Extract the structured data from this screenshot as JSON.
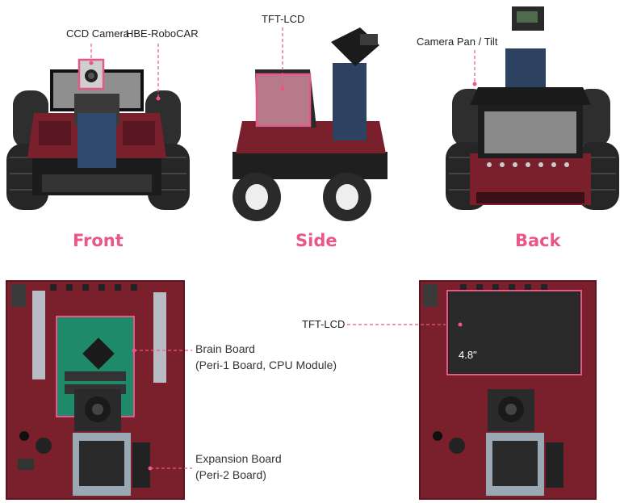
{
  "views": {
    "front": "Front",
    "side": "Side",
    "back": "Back"
  },
  "callouts": {
    "ccd_camera": "CCD Camera",
    "robocar": "HBE-RoboCAR",
    "tft_lcd_side": "TFT-LCD",
    "camera_pan_tilt": "Camera Pan / Tilt",
    "brain_board": "Brain Board",
    "brain_board_sub": "(Peri-1 Board, CPU Module)",
    "expansion_board": "Expansion Board",
    "expansion_board_sub": "(Peri-2 Board)",
    "tft_lcd_board": "TFT-LCD",
    "lcd_size": "4.8\""
  },
  "colors": {
    "accent": "#e8568a",
    "pcb": "#7a1f2c",
    "tire": "#2b2b2b",
    "chassis": "#1e1e1e"
  }
}
